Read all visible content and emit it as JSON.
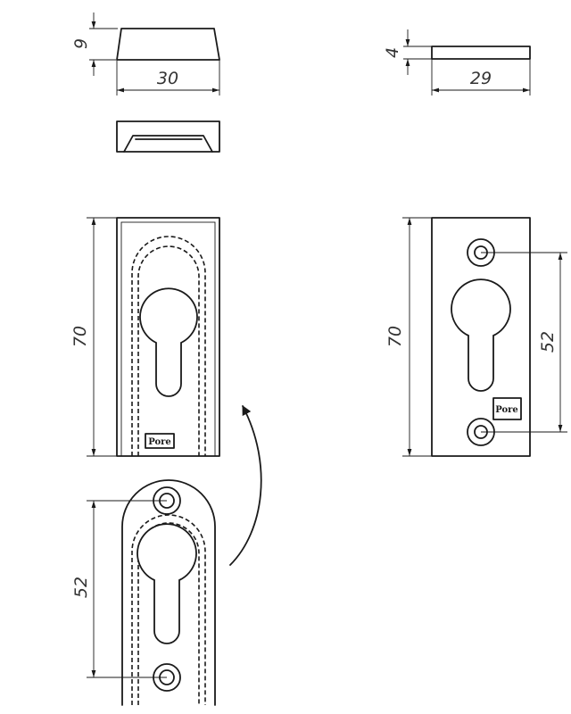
{
  "dimensions": {
    "cover_height": "9",
    "cover_width": "30",
    "plate_height": "4",
    "plate_width": "29",
    "cover_length": "70",
    "plate_length": "70",
    "plate_hole_spacing": "52",
    "inner_hole_spacing": "52"
  },
  "logo_text": "Pore"
}
